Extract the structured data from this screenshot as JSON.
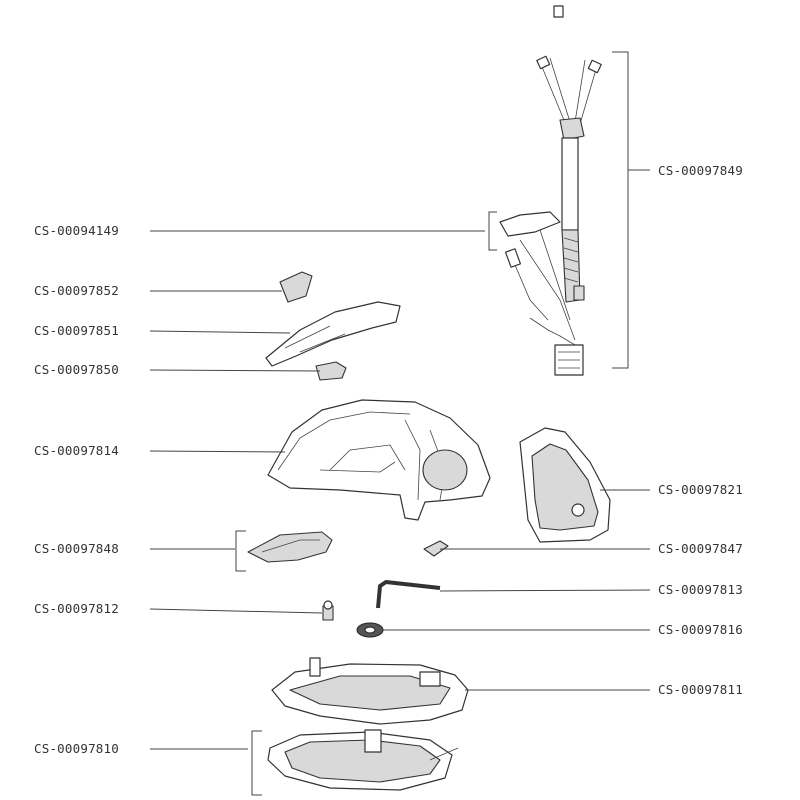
{
  "colors": {
    "line": "#444444",
    "text": "#333333",
    "part_fill": "#d9d9d9"
  },
  "labels": {
    "cs_00097849": "CS-00097849",
    "cs_00094149": "CS-00094149",
    "cs_00097852": "CS-00097852",
    "cs_00097851": "CS-00097851",
    "cs_00097850": "CS-00097850",
    "cs_00097814": "CS-00097814",
    "cs_00097821": "CS-00097821",
    "cs_00097848": "CS-00097848",
    "cs_00097847": "CS-00097847",
    "cs_00097813": "CS-00097813",
    "cs_00097812": "CS-00097812",
    "cs_00097816": "CS-00097816",
    "cs_00097811": "CS-00097811",
    "cs_00097810": "CS-00097810"
  }
}
